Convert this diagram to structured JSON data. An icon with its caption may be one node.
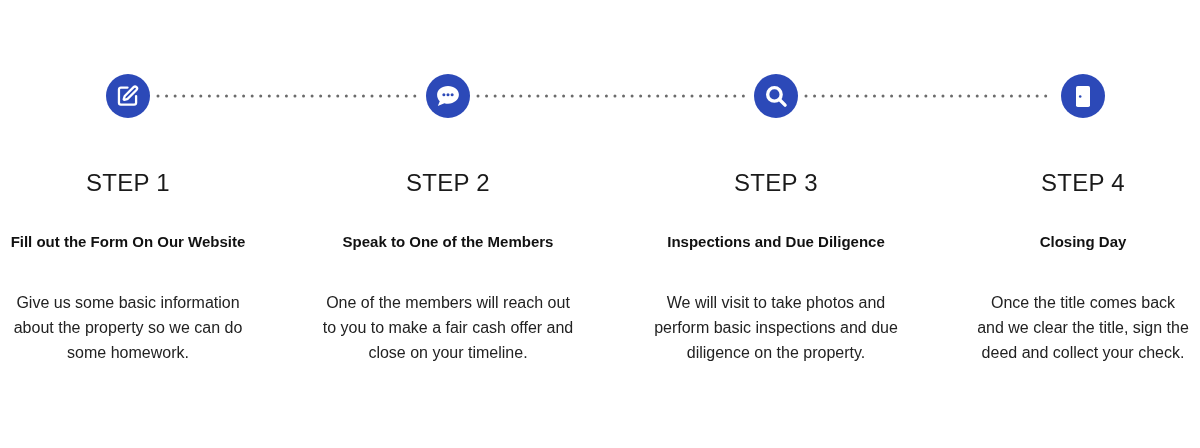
{
  "diagram": {
    "nodes": [
      {
        "text": [],
        "shape": "circle",
        "beside": [
          "STEP 1",
          "Fill out the Form On Our Website",
          "Give us some basic information about the property so we can do some homework."
        ]
      },
      {
        "text": [],
        "shape": "circle",
        "beside": [
          "STEP 2",
          "Speak to One of the Members",
          "One of the members will reach out to you to make a fair cash offer and close on your timeline."
        ]
      },
      {
        "text": [],
        "shape": "circle",
        "beside": [
          "STEP 3",
          "Inspections and Due Diligence",
          "We will visit to take photos and perform basic inspections and due diligence on the property."
        ]
      },
      {
        "text": [],
        "shape": "circle",
        "beside": [
          "STEP 4",
          "Closing Day",
          "Once the title comes back and we clear the title, sign the deed and collect your check."
        ]
      }
    ],
    "edges": [
      {
        "from": 0,
        "to": 1,
        "arrow": "none",
        "style": "dashed"
      },
      {
        "from": 1,
        "to": 2,
        "arrow": "none",
        "style": "dashed"
      },
      {
        "from": 2,
        "to": 3,
        "arrow": "none",
        "style": "dashed"
      }
    ]
  }
}
